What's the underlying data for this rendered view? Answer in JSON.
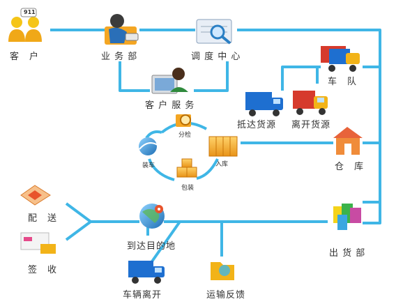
{
  "colors": {
    "line": "#3fb6e6",
    "truck": "#1e6fd0",
    "truck_red": "#d63a2c",
    "cab": "#f2b318",
    "box": "#f4a623",
    "house": "#f08c3a"
  },
  "nodes": {
    "customer": "客　户",
    "business": "业 务 部",
    "dispatch": "调 度 中 心",
    "service": "客 户 服 务",
    "fleet": "车　队",
    "arrive_source": "抵达货源",
    "leave_source": "离开货源",
    "warehouse": "仓　库",
    "shipping": "出 货 部",
    "delivery": "配　送",
    "sign": "签　收",
    "destination": "到达目的地",
    "vehicle_leave": "车辆离开",
    "feedback": "运输反馈"
  },
  "cycle": {
    "inspect": "分检",
    "inbound": "入库",
    "pack": "包装",
    "load": "装车"
  },
  "icons": {
    "phone_badge": "911"
  }
}
